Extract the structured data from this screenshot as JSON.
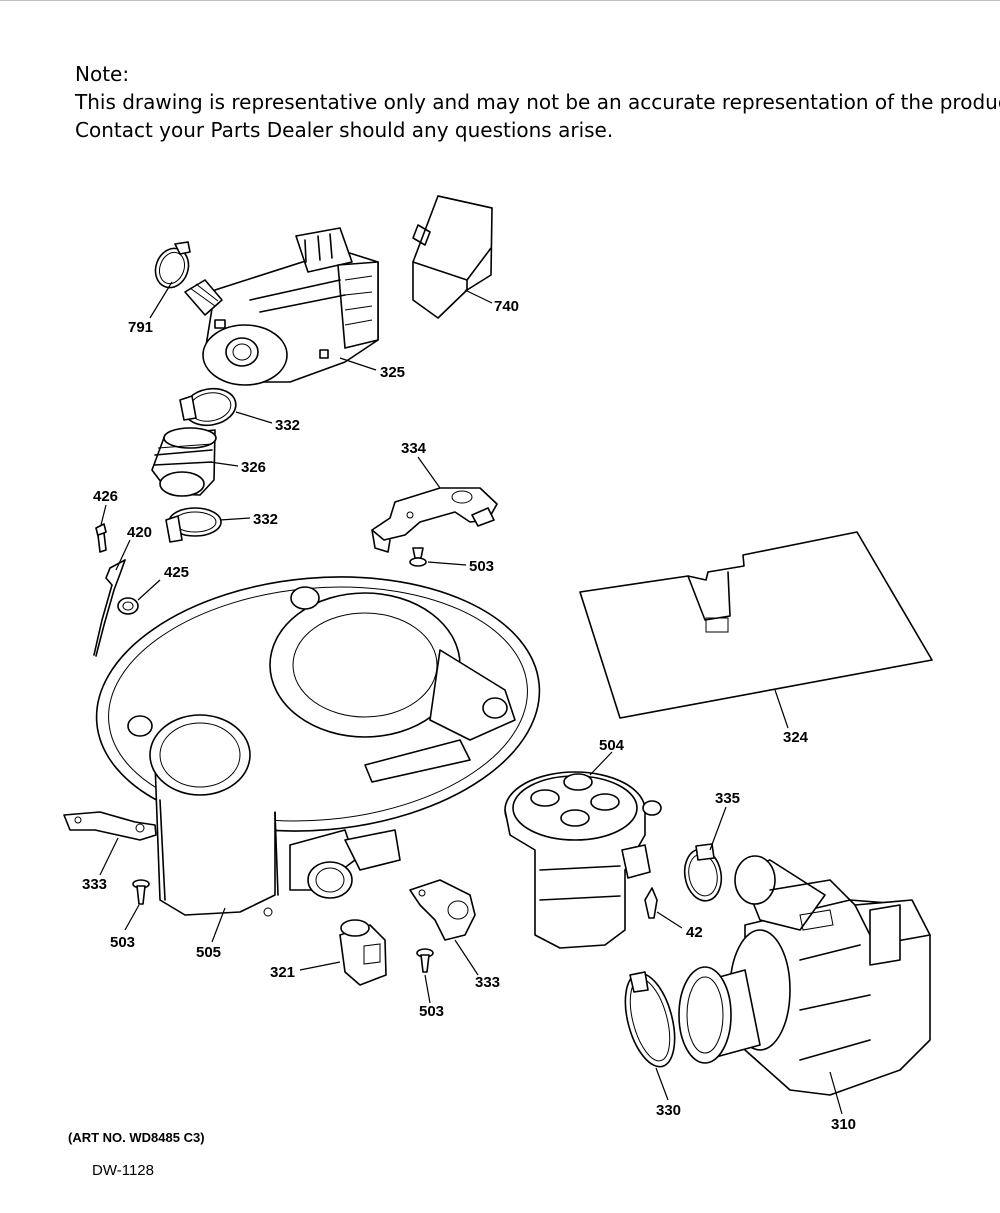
{
  "note": {
    "heading": "Note:",
    "line1": "This drawing is representative only and may not be an accurate representation of the product.",
    "line2": "Contact your Parts Dealer should any questions arise."
  },
  "parts": [
    {
      "id": "791"
    },
    {
      "id": "740"
    },
    {
      "id": "325"
    },
    {
      "id": "332"
    },
    {
      "id": "326"
    },
    {
      "id": "332"
    },
    {
      "id": "334"
    },
    {
      "id": "426"
    },
    {
      "id": "420"
    },
    {
      "id": "425"
    },
    {
      "id": "503"
    },
    {
      "id": "324"
    },
    {
      "id": "504"
    },
    {
      "id": "335"
    },
    {
      "id": "333"
    },
    {
      "id": "503"
    },
    {
      "id": "505"
    },
    {
      "id": "42"
    },
    {
      "id": "321"
    },
    {
      "id": "333"
    },
    {
      "id": "503"
    },
    {
      "id": "330"
    },
    {
      "id": "310"
    }
  ],
  "footer": {
    "art_no": "(ART NO. WD8485 C3)",
    "diagram_id": "DW-1128"
  }
}
